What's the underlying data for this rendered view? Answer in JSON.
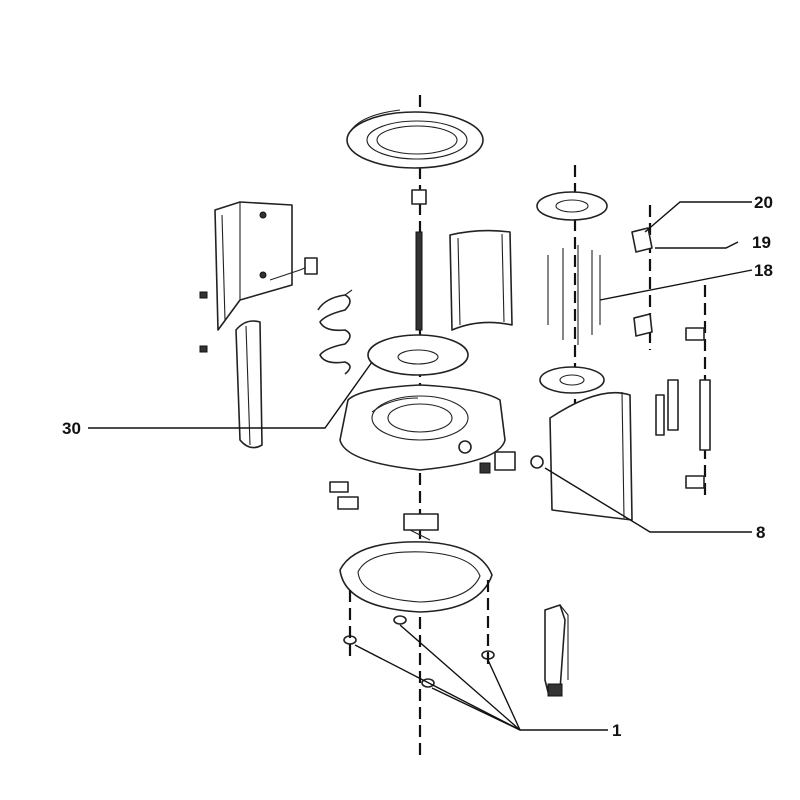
{
  "callouts": {
    "c20": "20",
    "c19": "19",
    "c18": "18",
    "c30": "30",
    "c8": "8",
    "c1": "1"
  }
}
